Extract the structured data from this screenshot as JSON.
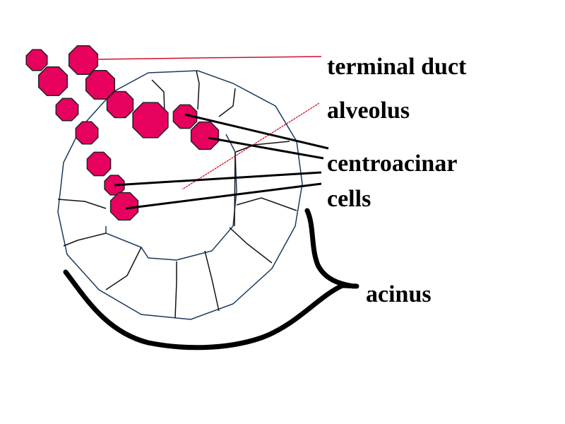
{
  "labels": {
    "terminal_duct": "terminal duct",
    "alveolus": "alveolus",
    "centroacinar": "centroacinar",
    "cells": "cells",
    "acinus": "acinus"
  },
  "colors": {
    "cell_fill": "#e8005f",
    "outline": "#1a3a5c",
    "pointer_red": "#d0102a",
    "pointer_black": "#000000"
  }
}
